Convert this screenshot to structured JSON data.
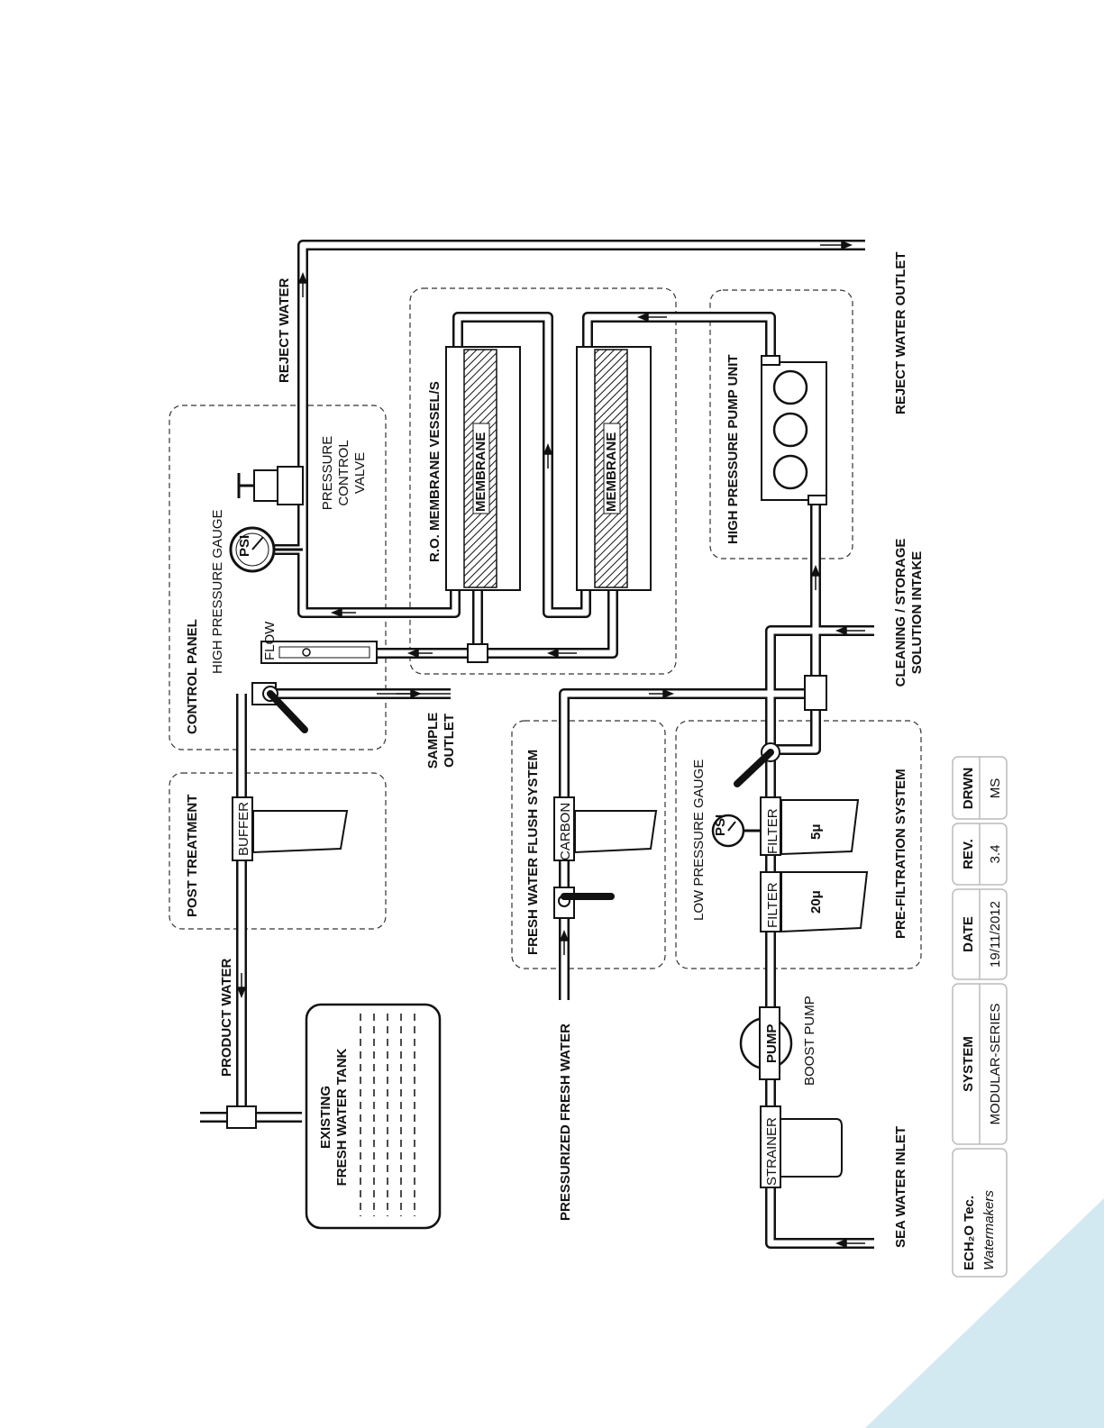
{
  "labels": {
    "reject_water": "REJECT WATER",
    "control_panel": "CONTROL PANEL",
    "high_pressure_gauge": "HIGH PRESSURE GAUGE",
    "pressure_control_valve": [
      "PRESSURE",
      "CONTROL",
      "VALVE"
    ],
    "ro_membrane_vessels": "R.O. MEMBRANE VESSEL/S",
    "membrane": "MEMBRANE",
    "high_pressure_pump_unit": "HIGH PRESSURE PUMP UNIT",
    "reject_water_outlet": "REJECT WATER OUTLET",
    "cleaning_storage_intake": [
      "CLEANING / STORAGE",
      "SOLUTION INTAKE"
    ],
    "sample_outlet": [
      "SAMPLE",
      "OUTLET"
    ],
    "flow": "FLOW",
    "post_treatment": "POST TREATMENT",
    "buffer": "BUFFER",
    "product_water": "PRODUCT WATER",
    "existing_tank": [
      "EXISTING",
      "FRESH WATER TANK"
    ],
    "fresh_water_flush_system": "FRESH WATER FLUSH SYSTEM",
    "carbon": "CARBON",
    "pressurized_fresh_water": "PRESSURIZED FRESH WATER",
    "pre_filtration_system": "PRE-FILTRATION SYSTEM",
    "low_pressure_gauge": "LOW PRESSURE GAUGE",
    "filter": "FILTER",
    "filter_5": "5μ",
    "filter_20": "20μ",
    "pump": "PUMP",
    "boost_pump": "BOOST PUMP",
    "strainer": "STRAINER",
    "sea_water_inlet": "SEA WATER INLET",
    "psi": "PSI"
  },
  "title_block": {
    "brand": "ECH₂O Tec.",
    "tagline": "Watermakers",
    "headers": {
      "system": "SYSTEM",
      "date": "DATE",
      "rev": "REV.",
      "drwn": "DRWN"
    },
    "values": {
      "system": "MODULAR-SERIES",
      "date": "19/11/2012",
      "rev": "3.4",
      "drwn": "MS"
    }
  },
  "colors": {
    "line": "#111111",
    "corner_accent": "#d3e9f1"
  }
}
